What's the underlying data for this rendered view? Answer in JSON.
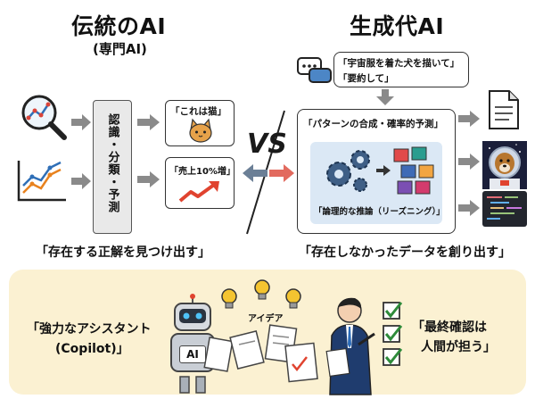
{
  "left": {
    "title": "伝統のAI",
    "subtitle": "(専門AI)",
    "process_label": "認識・分類・予測",
    "out_cat": "「これは猫」",
    "out_sales": "「売上10%増」",
    "caption": "「存在する正解を見つけ出す」"
  },
  "vs": "VS",
  "right": {
    "title": "生成代AI",
    "prompt_line1": "「宇宙服を着た犬を描いて」",
    "prompt_line2": "「要約して」",
    "process_label": "「パターンの合成・確率的予測」",
    "reasoning_label": "「論理的な推論（リーズニング）」",
    "caption": "「存在しなかったデータを創り出す」"
  },
  "bottom": {
    "assistant_line1": "「強力なアシスタント",
    "assistant_line2": "(Copilot)」",
    "idea_label": "アイデア",
    "robot_badge": "AI",
    "confirm_line1": "「最終確認は",
    "confirm_line2": "人間が担う」"
  },
  "colors": {
    "panel_bg": "#fbf1d2",
    "arrow_gray": "#8a8a8a",
    "vs_blue": "#6b7f96",
    "vs_red": "#e26a5e",
    "accent_red": "#e0432f",
    "check_green": "#2e8b3a",
    "bulb_yellow": "#f4c430"
  }
}
